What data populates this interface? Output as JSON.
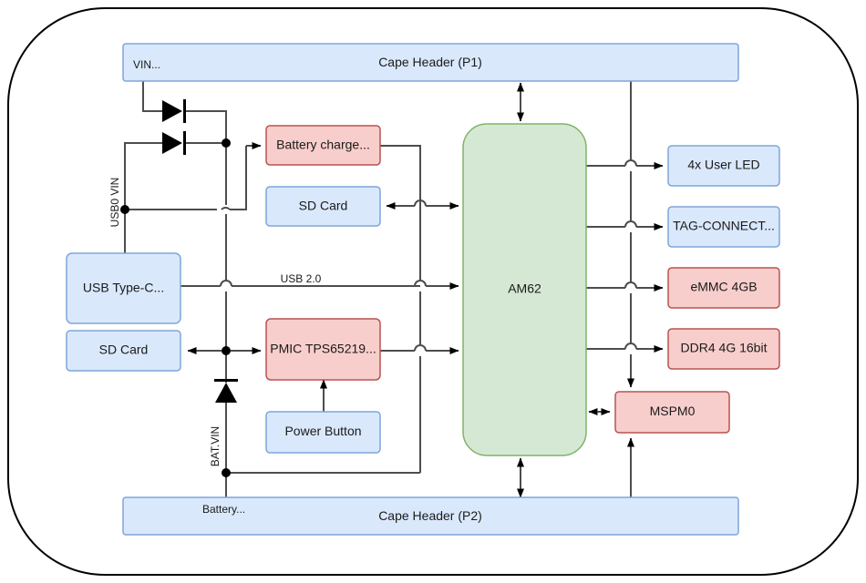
{
  "frame": {
    "name": "board-outline"
  },
  "colors": {
    "blue_fill": "#dae8fc",
    "blue_stroke": "#7ea6d9",
    "pink_fill": "#f8cecc",
    "pink_stroke": "#b85450",
    "green_fill": "#d5e8d4",
    "green_stroke": "#82b366",
    "wire": "#4d4d4d",
    "arrow": "#000000",
    "text": "#1a1a1a",
    "outline": "#000000",
    "background": "#ffffff"
  },
  "headers": {
    "p1": {
      "title": "Cape Header (P1)",
      "side_label": "VIN..."
    },
    "p2": {
      "title": "Cape Header (P2)",
      "side_label": "Battery..."
    }
  },
  "soc": {
    "label": "AM62"
  },
  "blocks": {
    "battery_charger": {
      "label": "Battery charge..."
    },
    "sd_card_top": {
      "label": "SD Card"
    },
    "usb_type_c": {
      "label": "USB Type-C..."
    },
    "sd_card_left": {
      "label": "SD Card"
    },
    "pmic": {
      "label": "PMIC TPS65219..."
    },
    "power_button": {
      "label": "Power Button"
    },
    "user_led": {
      "label": "4x User LED"
    },
    "tag_connect": {
      "label": "TAG-CONNECT..."
    },
    "emmc": {
      "label": "eMMC 4GB"
    },
    "ddr4": {
      "label": "DDR4 4G 16bit"
    },
    "mspm0": {
      "label": "MSPM0"
    }
  },
  "wire_labels": {
    "usb0_vin": "USB0 VIN",
    "bat_vin": "BAT.VIN",
    "usb_20": "USB 2.0"
  },
  "icons": {
    "diode_top": "diode-icon",
    "diode_mid": "diode-icon",
    "diode_bat": "diode-icon"
  }
}
